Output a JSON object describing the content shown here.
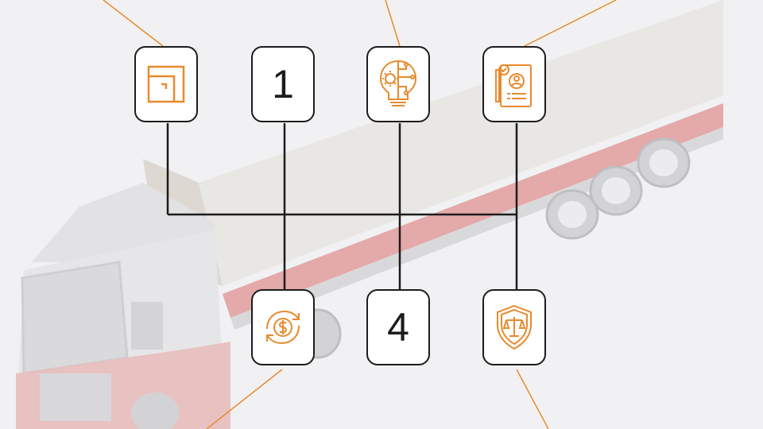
{
  "colors": {
    "accent": "#e88a2e",
    "line": "#1c1c1c",
    "background": "#f1f1f3",
    "truck_stripe": "#e0a8a8"
  },
  "nodes": [
    {
      "id": "top-1",
      "kind": "icon",
      "icon": "frame-corner-icon"
    },
    {
      "id": "top-2",
      "kind": "number",
      "label": "1"
    },
    {
      "id": "top-3",
      "kind": "icon",
      "icon": "lightbulb-gear-circuit-icon"
    },
    {
      "id": "top-4",
      "kind": "icon",
      "icon": "profile-document-icon"
    },
    {
      "id": "bottom-1",
      "kind": "icon",
      "icon": "dollar-cycle-icon"
    },
    {
      "id": "bottom-2",
      "kind": "number",
      "label": "4"
    },
    {
      "id": "bottom-3",
      "kind": "icon",
      "icon": "shield-scales-icon"
    }
  ]
}
